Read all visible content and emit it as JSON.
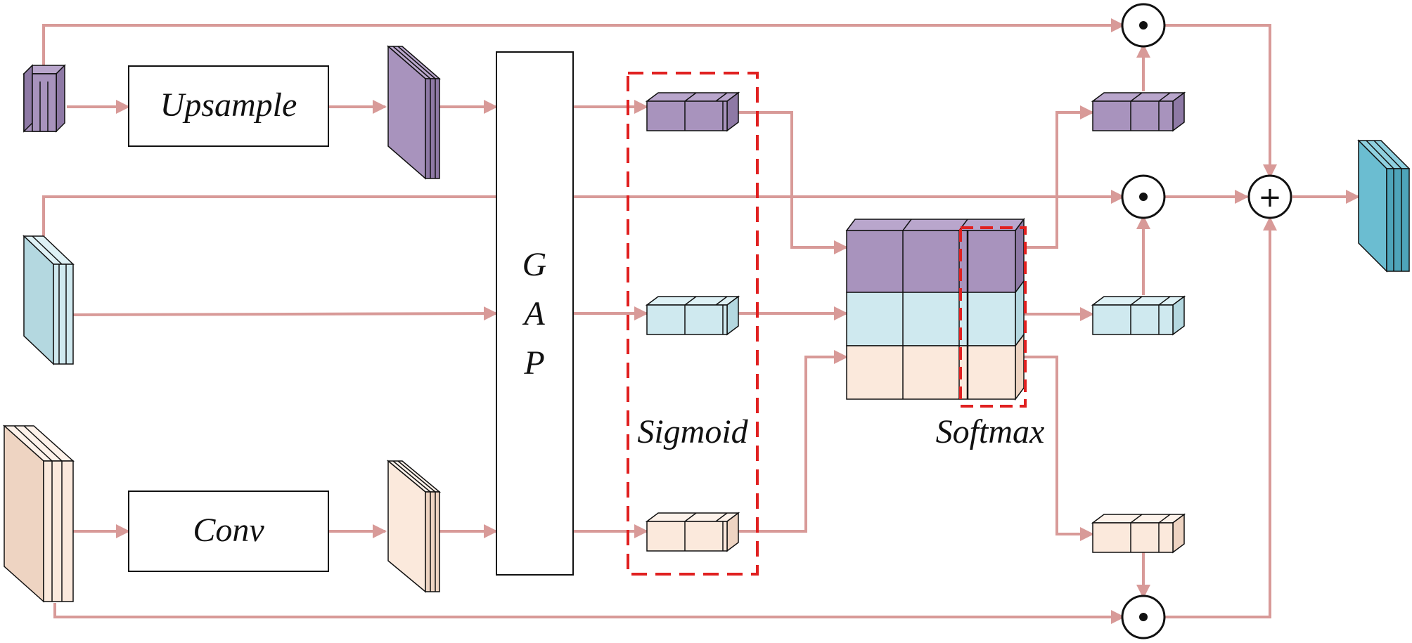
{
  "labels": {
    "upsample": "Upsample",
    "conv": "Conv",
    "gap_g": "G",
    "gap_a": "A",
    "gap_p": "P",
    "sigmoid": "Sigmoid",
    "softmax": "Softmax"
  },
  "operators": {
    "multiply": "⊙",
    "add": "+"
  },
  "colors": {
    "arrow": "#d89a98",
    "purple_front": "#a893bd",
    "purple_top": "#b9a6cc",
    "purple_side": "#8e79a5",
    "blue_front": "#cfe9ef",
    "blue_top": "#def1f5",
    "blue_side": "#b4d8e0",
    "peach_front": "#fbe9dc",
    "peach_top": "#fdf2ea",
    "peach_side": "#eed4c2",
    "output_front": "#6bbdd1",
    "output_top": "#8fd0df",
    "output_side": "#4ea4ba",
    "dashed_box": "#e02020"
  }
}
